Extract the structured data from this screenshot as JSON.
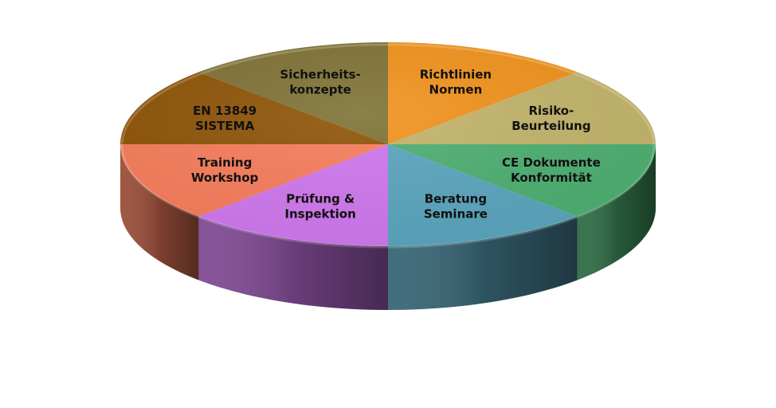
{
  "chart_data": {
    "type": "pie",
    "style": "3d-exploded-perspective",
    "legend": "none",
    "slices": [
      {
        "lines": [
          "Richtlinien",
          "Normen"
        ],
        "value": 1,
        "color": "#F0921C"
      },
      {
        "lines": [
          "Risiko-",
          "Beurteilung"
        ],
        "value": 1,
        "color": "#C2B46A"
      },
      {
        "lines": [
          "CE Dokumente",
          "Konformität"
        ],
        "value": 1,
        "color": "#4DAF71"
      },
      {
        "lines": [
          "Beratung",
          "Seminare"
        ],
        "value": 1,
        "color": "#5AA5BE"
      },
      {
        "lines": [
          "Prüfung &",
          "Inspektion"
        ],
        "value": 1,
        "color": "#CF78EE"
      },
      {
        "lines": [
          "Training",
          "Workshop"
        ],
        "value": 1,
        "color": "#F77D5C"
      },
      {
        "lines": [
          "EN 13849",
          "SISTEMA"
        ],
        "value": 1,
        "color": "#8E5407"
      },
      {
        "lines": [
          "Sicherheits-",
          "konzepte"
        ],
        "value": 1,
        "color": "#7F7235"
      }
    ]
  }
}
